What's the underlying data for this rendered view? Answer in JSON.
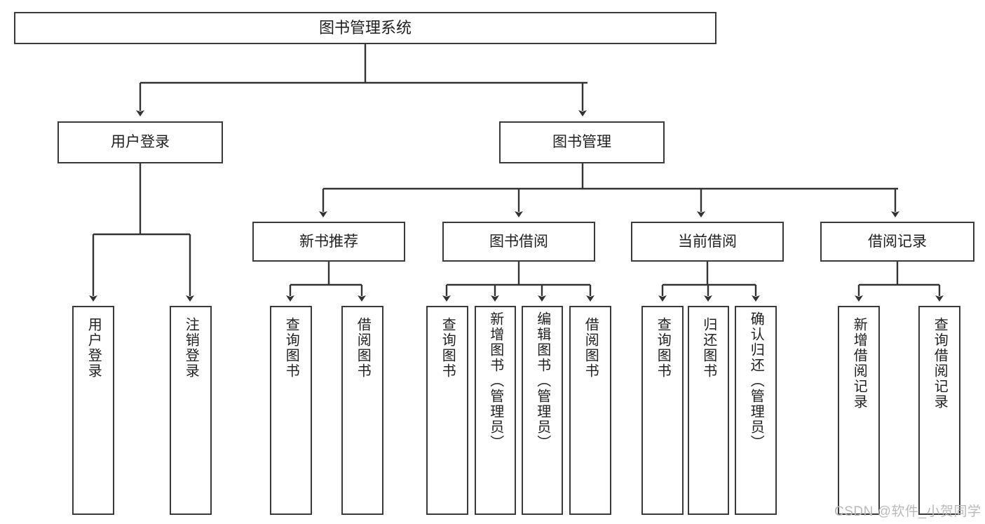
{
  "diagram": {
    "title": "图书管理系统",
    "type": "functional-structure-tree",
    "levels": 4
  },
  "nodes": {
    "root": {
      "label": "图书管理系统"
    },
    "level2": [
      {
        "id": "user-login",
        "label": "用户登录"
      },
      {
        "id": "book-management",
        "label": "图书管理"
      }
    ],
    "level3": [
      {
        "id": "new-book-recommend",
        "label": "新书推荐"
      },
      {
        "id": "book-borrow",
        "label": "图书借阅"
      },
      {
        "id": "current-borrow",
        "label": "当前借阅"
      },
      {
        "id": "borrow-record",
        "label": "借阅记录"
      }
    ],
    "leaves": {
      "user_login": [
        {
          "id": "leaf-user-login",
          "label": "用户登录"
        },
        {
          "id": "leaf-logout-login",
          "label": "注销登录"
        }
      ],
      "new_book_recommend": [
        {
          "id": "leaf-query-book-1",
          "label": "查询图书"
        },
        {
          "id": "leaf-borrow-book-1",
          "label": "借阅图书"
        }
      ],
      "book_borrow": [
        {
          "id": "leaf-query-book-2",
          "label": "查询图书"
        },
        {
          "id": "leaf-add-book",
          "label": "新增图书（管理员）"
        },
        {
          "id": "leaf-edit-book",
          "label": "编辑图书（管理员）"
        },
        {
          "id": "leaf-borrow-book-2",
          "label": "借阅图书"
        }
      ],
      "current_borrow": [
        {
          "id": "leaf-query-book-3",
          "label": "查询图书"
        },
        {
          "id": "leaf-return-book",
          "label": "归还图书"
        },
        {
          "id": "leaf-confirm-return",
          "label": "确认归还（管理员）"
        }
      ],
      "borrow_record": [
        {
          "id": "leaf-add-record",
          "label": "新增借阅记录"
        },
        {
          "id": "leaf-query-record",
          "label": "查询借阅记录"
        }
      ]
    }
  },
  "watermark": {
    "text": "CSDN @软件_小贺同学"
  },
  "colors": {
    "border": "#3a3a3a",
    "background": "#ffffff",
    "text": "#1f1f1f",
    "watermark": "#b9b9b9",
    "edge": "#333333"
  }
}
